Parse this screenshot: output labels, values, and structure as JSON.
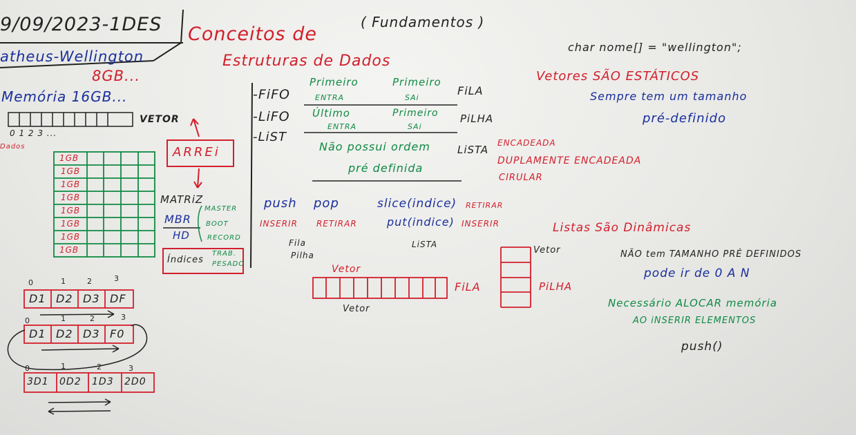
{
  "header": {
    "date": "9/09/2023-1DES",
    "authors": "atheus-Wellington",
    "title_line1": "Conceitos de",
    "title_line2": "Estruturas de Dados",
    "subtitle": "( Fundamentos )"
  },
  "memory": {
    "ram": "8GB...",
    "label": "Memória 16GB...",
    "vetor": "VETOR",
    "indexes": "0 1 2 3 ...",
    "dados": "Dados",
    "arrei": "ARREi",
    "matriz": "MATRiZ",
    "cells": [
      "1GB",
      "1GB",
      "1GB",
      "1GB",
      "1GB",
      "1GB",
      "1GB",
      "1GB"
    ],
    "mbr": "MBR",
    "hd": "HD",
    "mbr_notes": [
      "MASTER",
      "BOOT",
      "RECORD"
    ],
    "indices": "Índices",
    "trab": "TRAB.",
    "pesado": "PESADO"
  },
  "array_examples": {
    "row1_index": [
      "0",
      "1",
      "2",
      "3"
    ],
    "row1_cells": [
      "D1",
      "D2",
      "D3",
      "DF"
    ],
    "row2_index": [
      "0",
      "1",
      "2",
      "3"
    ],
    "row2_cells": [
      "D1",
      "D2",
      "D3",
      "F0"
    ],
    "row3_index": [
      "0",
      "1",
      "2",
      "3"
    ],
    "row3_cells": [
      "3D1",
      "0D2",
      "1D3",
      "2D0"
    ]
  },
  "structures": {
    "fifo": "-FiFO",
    "lifo": "-LiFO",
    "list": "-LiST",
    "primeiro_entra": "Primeiro",
    "entra1": "ENTRA",
    "primeiro_sai": "Primeiro",
    "sai1": "SAi",
    "ultimo": "Último",
    "entra2": "ENTRA",
    "primeiro2": "Primeiro",
    "sai2": "SAi",
    "nao_possui": "Não possui ordem",
    "pre_definida": "pré definida",
    "fila": "FiLA",
    "pilha": "PiLHA",
    "lista": "LiSTA",
    "encadeada": "ENCADEADA",
    "dupla": "DUPLAMENTE ENCADEADA",
    "circular": "CIRULAR"
  },
  "operations": {
    "push": "push",
    "pop": "pop",
    "slice": "slice(indice)",
    "retirar1": "RETIRAR",
    "inserir": "INSERIR",
    "retirar2": "RETIRAR",
    "put": "put(indice)",
    "inserir2": "INSERIR",
    "fila": "Fila",
    "pilha": "Pilha",
    "lista": "LiSTA",
    "vetor_top": "Vetor",
    "vetor_bottom": "Vetor",
    "fila2": "FiLA",
    "vetor_side": "Vetor",
    "pilha2": "PiLHA"
  },
  "right": {
    "code": "char nome[] = \"wellington\";",
    "vetores": "Vetores SÃO ESTÁTICOS",
    "sempre": "Sempre tem um tamanho",
    "pre_definido": "pré-definido",
    "listas": "Listas São Dinâmicas",
    "nao_tem": "NÃO tem TAMANHO PRÉ DEFINIDOS",
    "pode": "pode ir de 0 A N",
    "necessario": "Necessário ALOCAR memória",
    "ao_inserir": "AO iNSERIR ELEMENTOS",
    "push": "push()"
  },
  "colors": {
    "red": "#d21f2b",
    "green": "#0f8a44",
    "blue": "#1a2f9b",
    "dark": "#222222"
  }
}
